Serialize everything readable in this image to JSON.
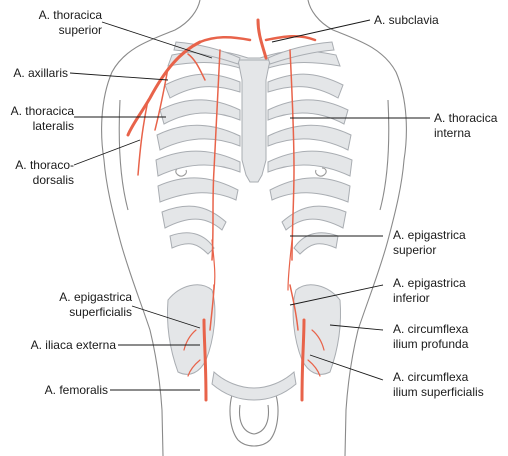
{
  "labels": {
    "thoracica_superior": [
      "A. thoracica",
      "superior"
    ],
    "axillaris": [
      "A. axillaris"
    ],
    "thoracica_lateralis": [
      "A. thoracica",
      "lateralis"
    ],
    "thoracodorsalis": [
      "A. thoraco-",
      "dorsalis"
    ],
    "epigastrica_superficialis": [
      "A. epigastrica",
      "superficialis"
    ],
    "iliaca_externa": [
      "A. iliaca externa"
    ],
    "femoralis": [
      "A. femoralis"
    ],
    "subclavia": [
      "A. subclavia"
    ],
    "thoracica_interna": [
      "A. thoracica",
      "interna"
    ],
    "epigastrica_superior": [
      "A. epigastrica",
      "superior"
    ],
    "epigastrica_inferior": [
      "A. epigastrica",
      "inferior"
    ],
    "circumflexa_ilium_profunda": [
      "A. circumflexa",
      "ilium profunda"
    ],
    "circumflexa_ilium_superficialis": [
      "A. circumflexa",
      "ilium superficialis"
    ]
  },
  "colors": {
    "artery": "#e8634a",
    "bone": "#e4e6e8",
    "bone_stroke": "#a9adb2",
    "outline": "#8a8a8a",
    "leader": "#1a1a1a"
  }
}
